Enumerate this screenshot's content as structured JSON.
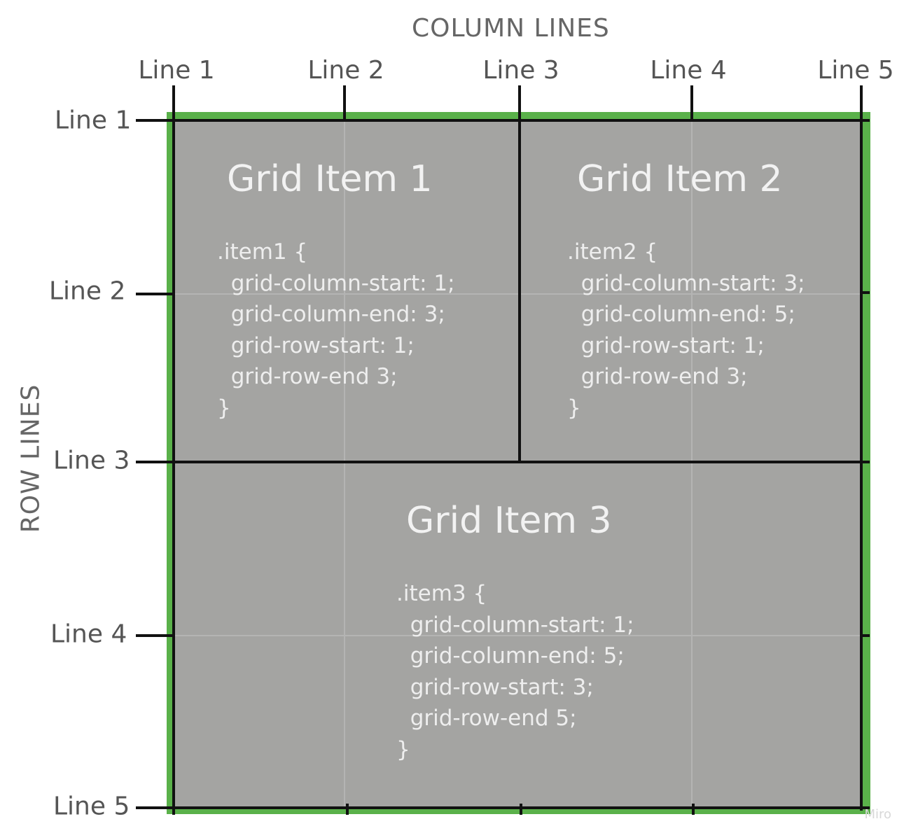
{
  "column_lines_title": "COLUMN LINES",
  "row_lines_title": "ROW LINES",
  "column_lines": [
    {
      "label": "Line 1"
    },
    {
      "label": "Line 2"
    },
    {
      "label": "Line 3"
    },
    {
      "label": "Line 4"
    },
    {
      "label": "Line 5"
    }
  ],
  "row_lines": [
    {
      "label": "Line 1"
    },
    {
      "label": "Line 2"
    },
    {
      "label": "Line 3"
    },
    {
      "label": "Line 4"
    },
    {
      "label": "Line 5"
    }
  ],
  "grid_items": [
    {
      "title": "Grid Item 1",
      "code": ".item1 {\n  grid-column-start: 1;\n  grid-column-end: 3;\n  grid-row-start: 1;\n  grid-row-end 3;\n}"
    },
    {
      "title": "Grid Item 2",
      "code": ".item2 {\n  grid-column-start: 3;\n  grid-column-end: 5;\n  grid-row-start: 1;\n  grid-row-end 3;\n}"
    },
    {
      "title": "Grid Item 3",
      "code": ".item3 {\n  grid-column-start: 1;\n  grid-column-end: 5;\n  grid-row-start: 3;\n  grid-row-end 5;\n}"
    }
  ],
  "watermark": "Miro",
  "colors": {
    "grid_border": "#5ab14a",
    "item_fill": "#a4a4a2",
    "line": "#111111",
    "text_on_item": "#f2f2f2"
  }
}
